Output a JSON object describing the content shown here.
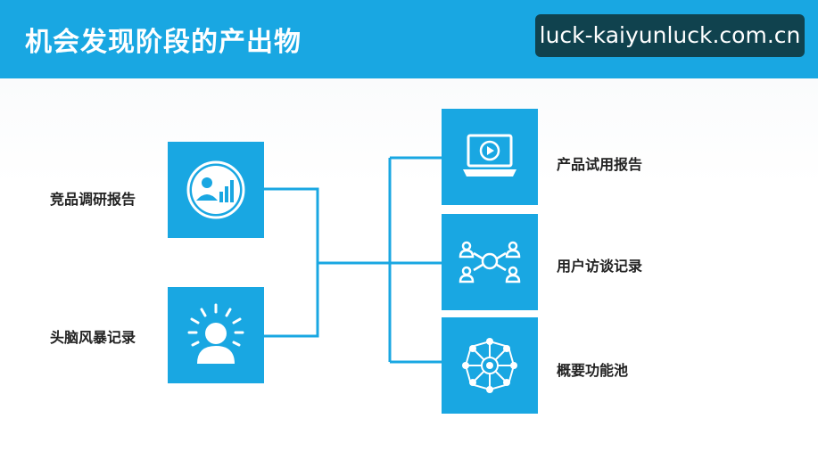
{
  "header": {
    "title": "机会发现阶段的产出物",
    "watermark": "luck-kaiyunluck.com.cn"
  },
  "colors": {
    "accent": "#19a7e2",
    "watermark_bg": "#10424e",
    "label_text": "#222222"
  },
  "inputs": [
    {
      "label": "竞品调研报告",
      "icon": "report-chart-icon"
    },
    {
      "label": "头脑风暴记录",
      "icon": "brainstorm-person-icon"
    }
  ],
  "outputs": [
    {
      "label": "产品试用报告",
      "icon": "laptop-play-icon"
    },
    {
      "label": "用户访谈记录",
      "icon": "users-network-icon"
    },
    {
      "label": "概要功能池",
      "icon": "feature-hub-icon"
    }
  ]
}
